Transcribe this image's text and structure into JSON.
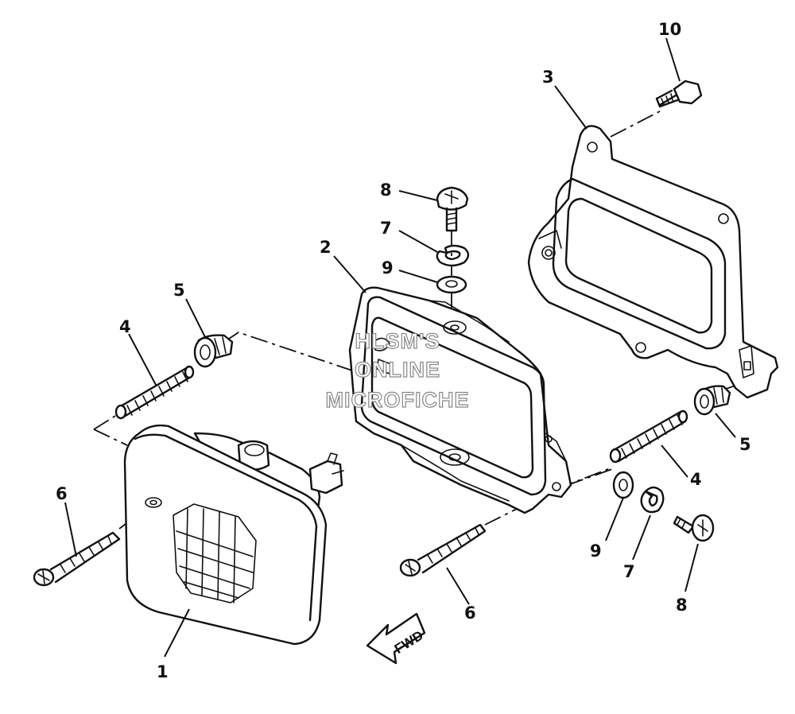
{
  "watermark": {
    "line1": "HLSM'S",
    "line2": "ONLINE",
    "line3": "MICROFICHE"
  },
  "fwd_label": "FWD",
  "callouts": {
    "c1": "1",
    "c2": "2",
    "c3": "3",
    "c4a": "4",
    "c4b": "4",
    "c5a": "5",
    "c5b": "5",
    "c6a": "6",
    "c6b": "6",
    "c7a": "7",
    "c7b": "7",
    "c8a": "8",
    "c8b": "8",
    "c9a": "9",
    "c9b": "9",
    "c10": "10"
  }
}
